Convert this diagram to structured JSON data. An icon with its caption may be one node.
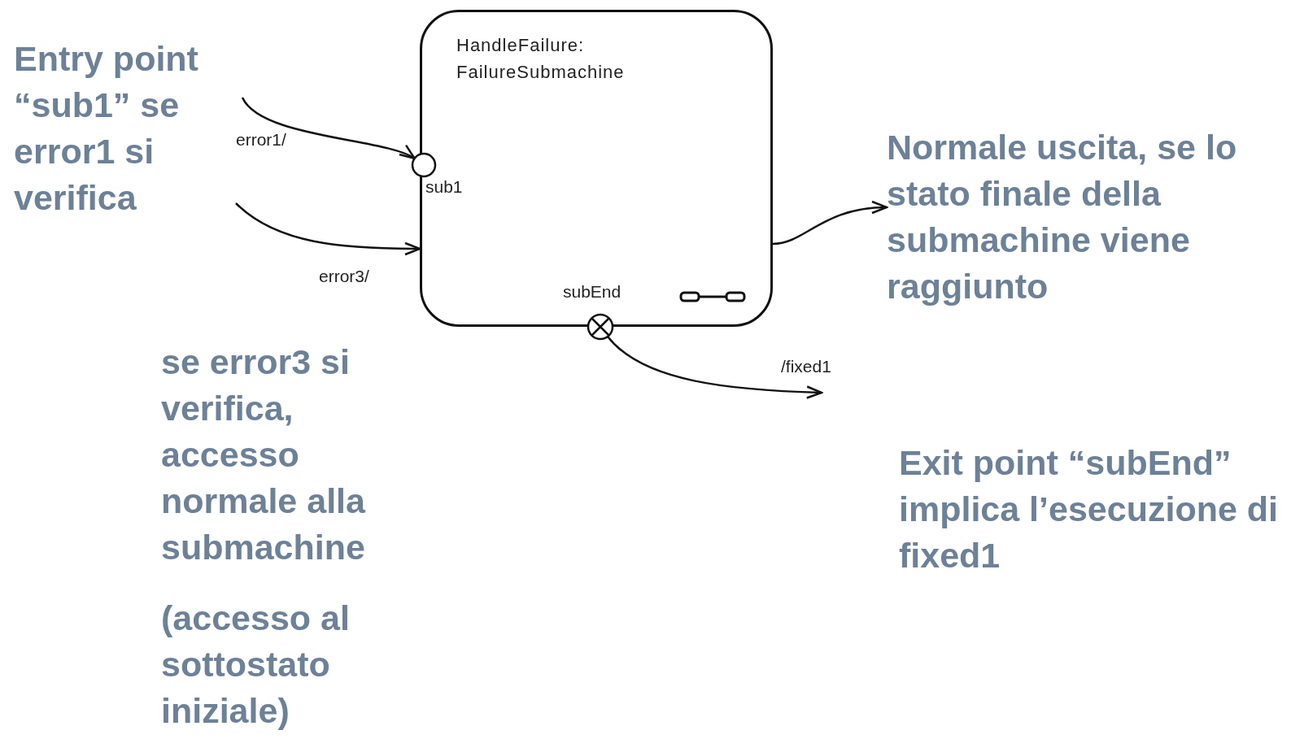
{
  "diagram": {
    "nodes": [
      {
        "text": [
          "HandleFailure: FailureSubmachine"
        ]
      },
      {
        "text": [],
        "shape": "circle",
        "beside": [
          "sub1"
        ]
      },
      {
        "text": [],
        "shape": "circle"
      },
      {
        "text": [
          "Normale uscita, se lo stato finale della submachine viene raggiunto"
        ]
      }
    ],
    "edges": [
      {
        "from": null,
        "to": 1,
        "arrow": "to",
        "label": "error1/"
      },
      {
        "from": null,
        "to": 0,
        "arrow": "to",
        "label": "error3/"
      },
      {
        "from": 0,
        "to": 3,
        "arrow": "to"
      },
      {
        "from": 2,
        "to": null,
        "arrow": "to",
        "label": "/fixed1"
      }
    ],
    "labels": [
      "Entry point “sub1” se error1 si verifica",
      "subEnd",
      "se error3 si verifica, accesso normale alla submachine",
      "(accesso al sottostato iniziale)",
      "Exit point “subEnd” implica l’esecuzione di fixed1"
    ]
  }
}
